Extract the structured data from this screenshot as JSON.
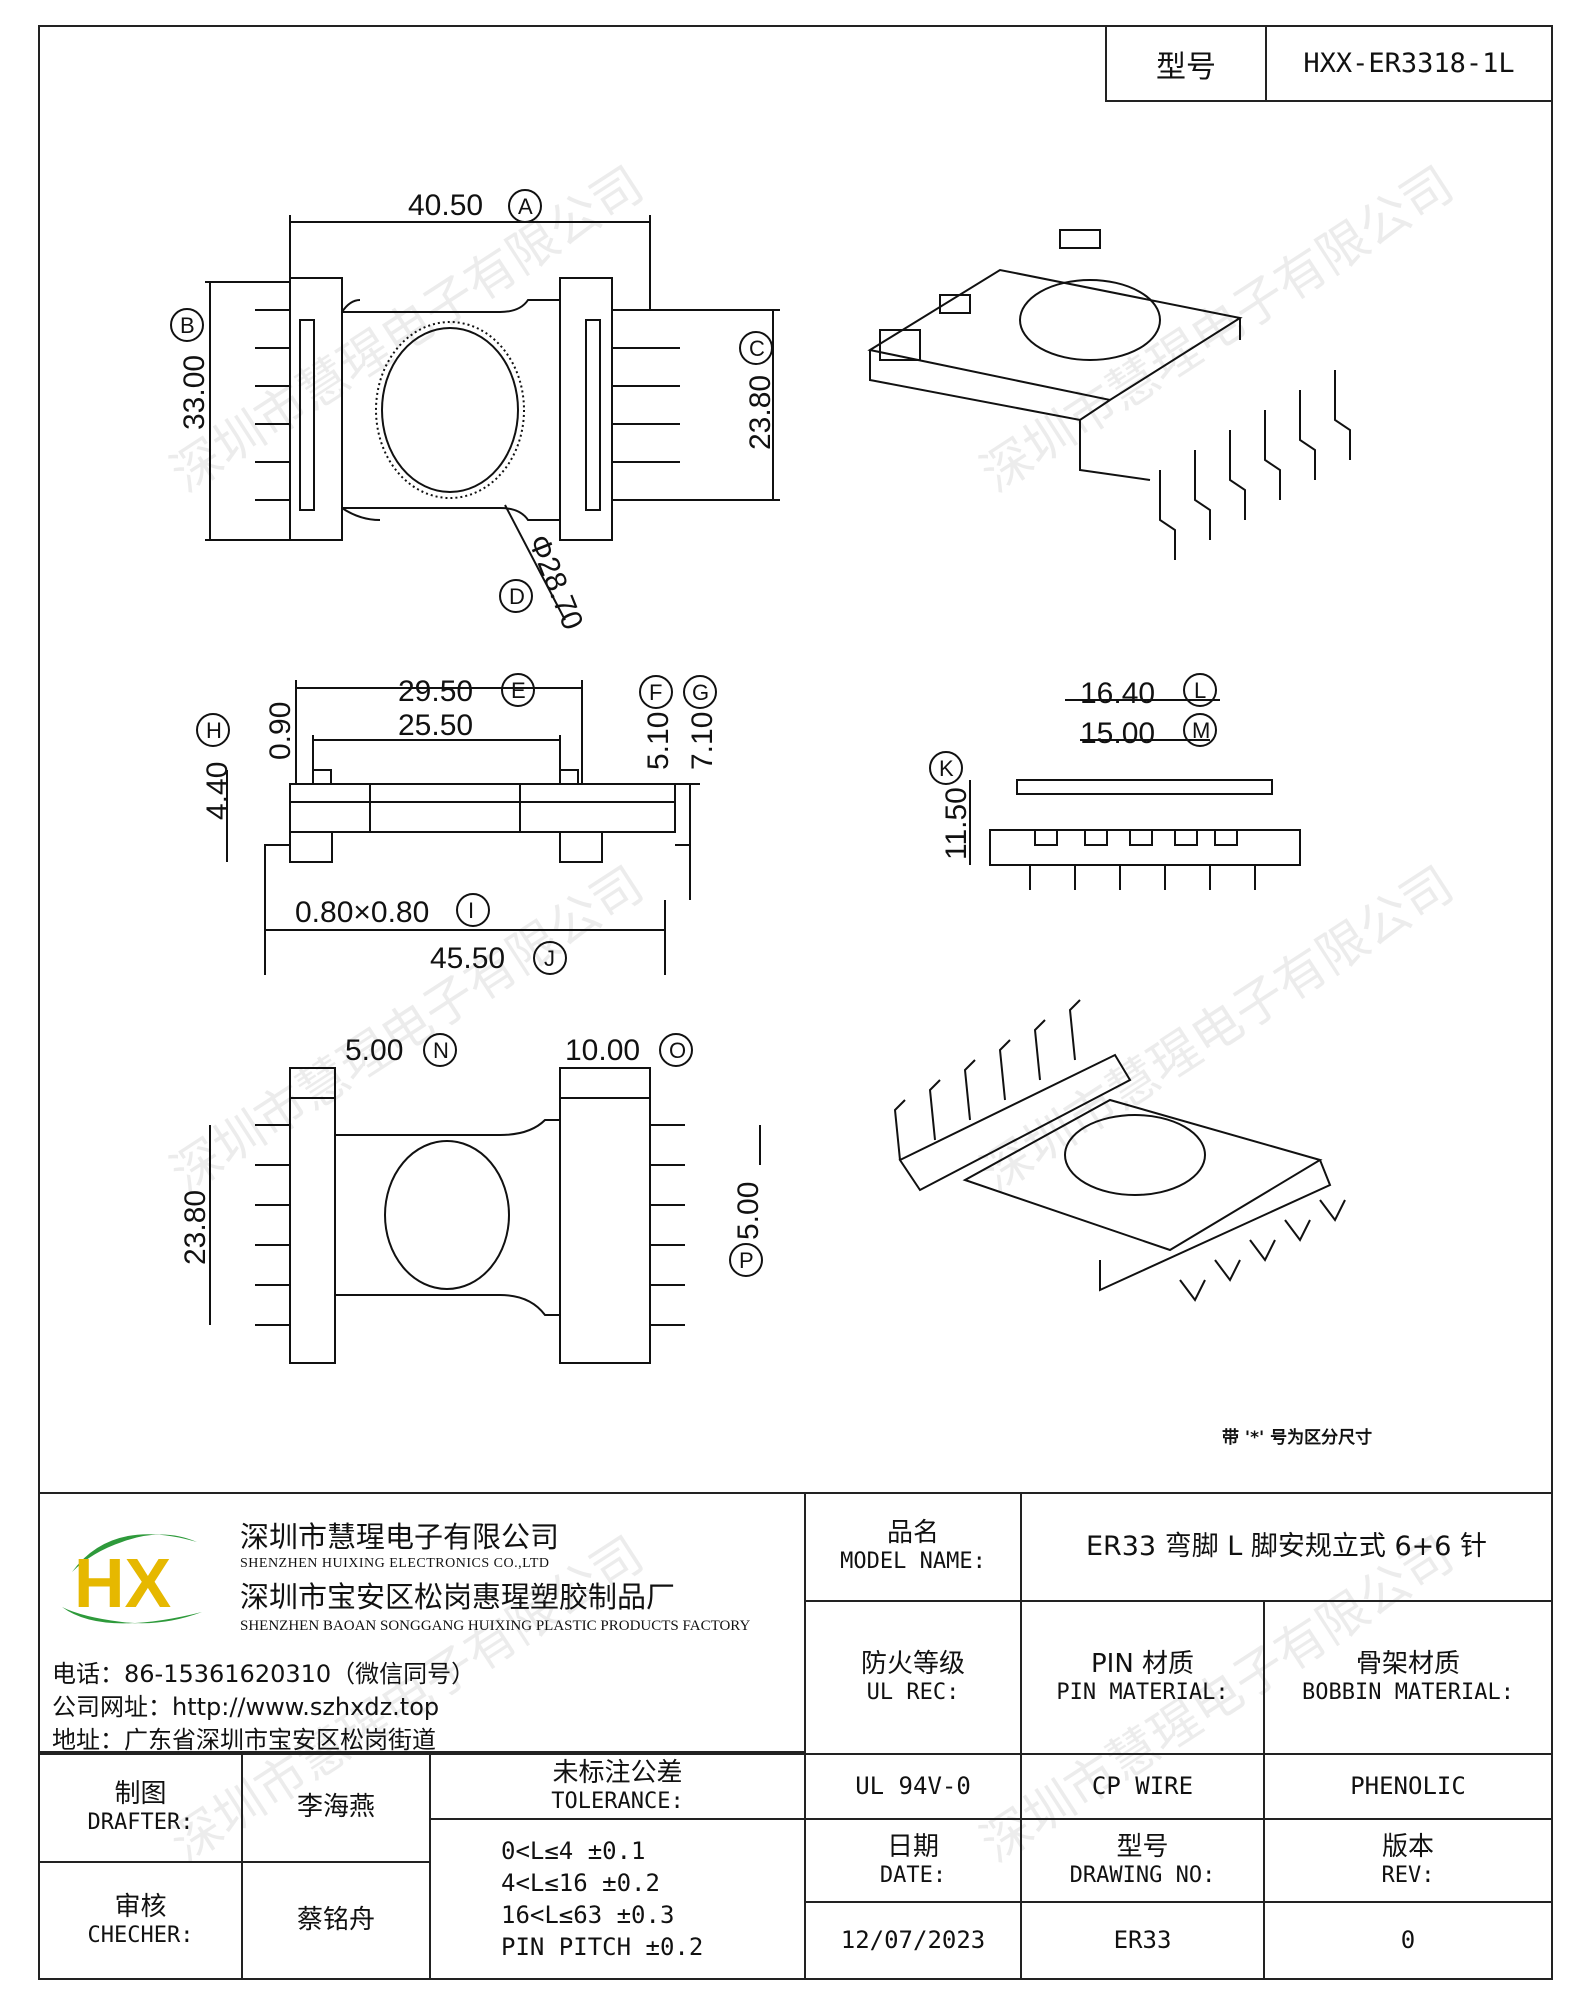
{
  "header": {
    "model_label": "型号",
    "model_value": "HXX-ER3318-1L"
  },
  "dimensions": {
    "A": {
      "value": "40.50",
      "tag": "A"
    },
    "B": {
      "value": "33.00",
      "tag": "B"
    },
    "C": {
      "value": "23.80",
      "tag": "C"
    },
    "D": {
      "value": "Φ28.70",
      "tag": "D"
    },
    "E": {
      "value": "29.50",
      "tag": "E"
    },
    "E2": {
      "value": "25.50"
    },
    "F": {
      "value": "5.10",
      "tag": "F"
    },
    "G": {
      "value": "7.10",
      "tag": "G"
    },
    "H": {
      "value": "4.40",
      "tag": "H"
    },
    "H2": {
      "value": "0.90"
    },
    "I": {
      "value": "0.80×0.80",
      "tag": "I"
    },
    "J": {
      "value": "45.50",
      "tag": "J"
    },
    "K": {
      "value": "11.50",
      "tag": "K"
    },
    "L": {
      "value": "16.40",
      "tag": "L"
    },
    "M": {
      "value": "15.00",
      "tag": "M"
    },
    "N": {
      "value": "5.00",
      "tag": "N"
    },
    "O": {
      "value": "10.00",
      "tag": "O"
    },
    "P": {
      "value": "5.00",
      "tag": "P"
    },
    "Q": {
      "value": "23.80"
    }
  },
  "note": "带 '*' 号为区分尺寸",
  "watermark": "深圳市慧瑆电子有限公司",
  "company": {
    "logo_text": "HX",
    "name_cn": "深圳市慧瑆电子有限公司",
    "name_en": "SHENZHEN HUIXING ELECTRONICS CO.,LTD",
    "factory_cn": "深圳市宝安区松岗惠瑆塑胶制品厂",
    "factory_en": "SHENZHEN BAOAN SONGGANG HUIXING PLASTIC PRODUCTS FACTORY",
    "phone": "电话：86-15361620310（微信同号）",
    "website": "公司网址：http://www.szhxdz.top",
    "address": "地址：广东省深圳市宝安区松岗街道"
  },
  "title_block": {
    "model_name_cn": "品名",
    "model_name_en": "MODEL NAME:",
    "model_name_value": "ER33 弯脚 L 脚安规立式 6+6 针",
    "ul_cn": "防火等级",
    "ul_en": "UL REC:",
    "pin_cn": "PIN 材质",
    "pin_en": "PIN MATERIAL:",
    "bobbin_cn": "骨架材质",
    "bobbin_en": "BOBBIN MATERIAL:",
    "ul_value": "UL 94V-0",
    "pin_value": "CP WIRE",
    "bobbin_value": "PHENOLIC",
    "drafter_cn": "制图",
    "drafter_en": "DRAFTER:",
    "drafter_value": "李海燕",
    "checker_cn": "审核",
    "checker_en": "CHECHER:",
    "checker_value": "蔡铭舟",
    "tolerance_cn": "未标注公差",
    "tolerance_en": "TOLERANCE:",
    "tolerance_lines": [
      "0<L≤4   ±0.1",
      "4<L≤16  ±0.2",
      "16<L≤63  ±0.3",
      "PIN PITCH  ±0.2"
    ],
    "date_cn": "日期",
    "date_en": "DATE:",
    "date_value": "12/07/2023",
    "drawing_cn": "型号",
    "drawing_en": "DRAWING NO:",
    "drawing_value": "ER33",
    "rev_cn": "版本",
    "rev_en": "REV:",
    "rev_value": "0"
  }
}
